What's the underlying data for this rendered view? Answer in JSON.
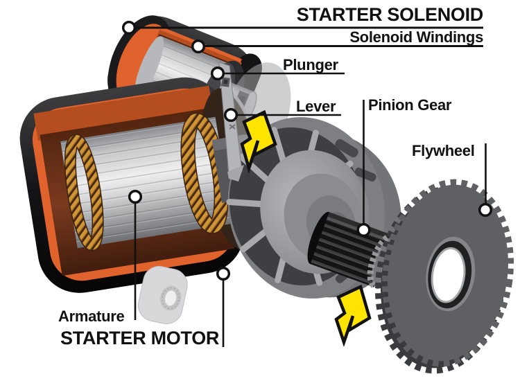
{
  "diagram": {
    "labels": {
      "starter_solenoid": "STARTER SOLENOID",
      "solenoid_windings": "Solenoid Windings",
      "plunger": "Plunger",
      "lever": "Lever",
      "pinion_gear": "Pinion Gear",
      "flywheel": "Flywheel",
      "armature": "Armature",
      "starter_motor": "STARTER MOTOR"
    },
    "colors": {
      "background": "#ffffff",
      "casing_black": "#1a1a1c",
      "field_winding_orange": "#e0622d",
      "copper_winding_gold": "#cf9435",
      "armature_silver": "#d9dadc",
      "housing_gray": "#85868a",
      "gear_gray": "#5f6064",
      "arrow_yellow": "#ffe400",
      "label_text": "#111111",
      "callout_dot": "#ffffff"
    }
  }
}
